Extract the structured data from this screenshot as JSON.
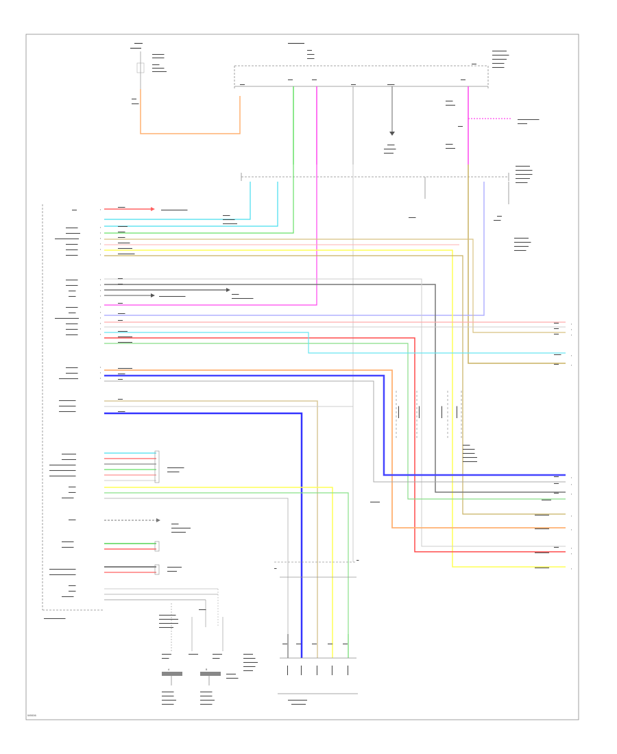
{
  "footer": {
    "code": "W0006"
  },
  "wire_colors": {
    "red": "#ff6060",
    "lightblue": "#44ddee",
    "green": "#66e066",
    "magenta": "#ff44ee",
    "orange": "#ffb070",
    "yellow": "#ffff55",
    "olive": "#c8b060",
    "blue": "#5555ff",
    "gray": "#777777",
    "lightgray": "#c0c0c0",
    "pink": "#ff9a9a",
    "lavender": "#b0b0ff"
  },
  "connectors": {
    "bottom_left_1": "A",
    "bottom_left_2": "B"
  }
}
